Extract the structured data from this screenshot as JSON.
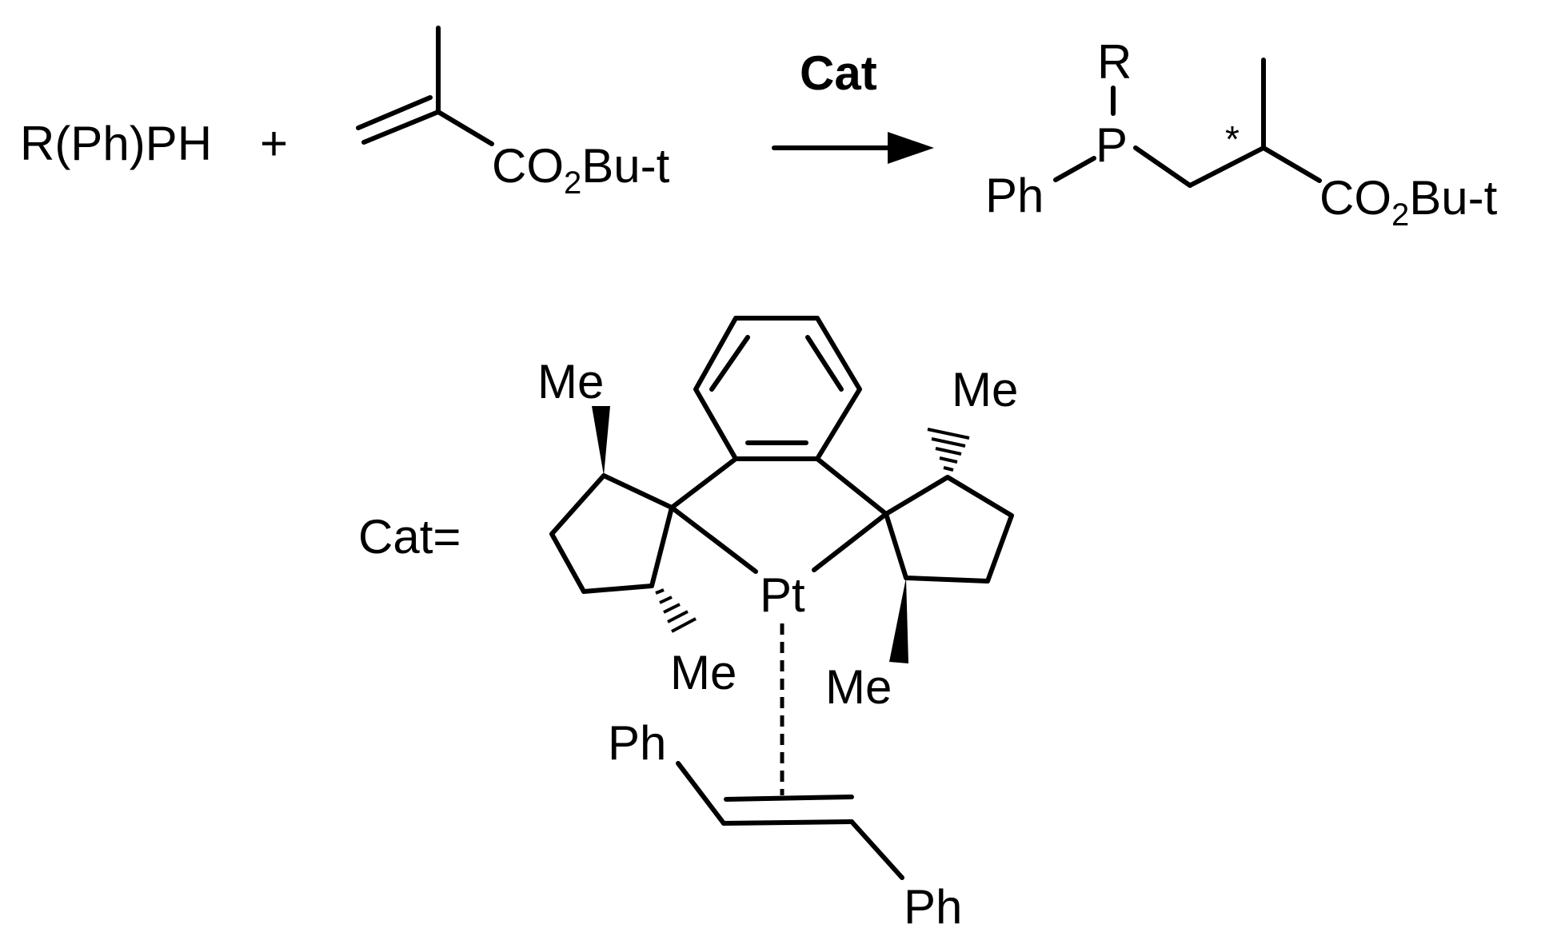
{
  "reaction": {
    "reagent_1": "R(Ph)PH",
    "plus": "+",
    "ester_group": {
      "main": "CO",
      "subscript": "2",
      "tail": "Bu-t"
    },
    "arrow_label": "Cat"
  },
  "product": {
    "phosphorus": "P",
    "r_group": "R",
    "phenyl": "Ph",
    "stereocenter_mark": "*",
    "ester_group": {
      "main": "CO",
      "subscript": "2",
      "tail": "Bu-t"
    }
  },
  "catalyst": {
    "label": "Cat=",
    "metal": "Pt",
    "methyl_labels": [
      "Me",
      "Me",
      "Me",
      "Me"
    ],
    "phenyl_labels": [
      "Ph",
      "Ph"
    ]
  },
  "colors": {
    "ink": "#000000",
    "background": "#ffffff"
  }
}
